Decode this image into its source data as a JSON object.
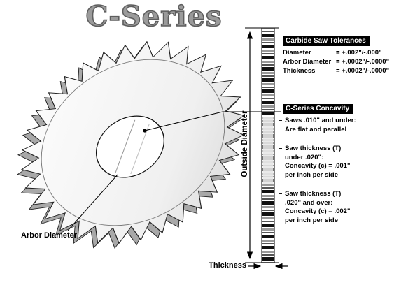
{
  "title": "C-Series",
  "diagram": {
    "arbor_label": "Arbor Diameter",
    "outside_diameter_label": "Outside Diameter",
    "thickness_label": "Thickness"
  },
  "tolerances": {
    "header": "Carbide Saw Tolerances",
    "rows": [
      {
        "label": "Diameter",
        "value": "= +.002\"/-.000\""
      },
      {
        "label": "Arbor Diameter",
        "value": "= +.0002\"/-.0000\""
      },
      {
        "label": "Thickness",
        "value": "= +.0002\"/-.0000\""
      }
    ]
  },
  "concavity": {
    "header": "C-Series Concavity",
    "bullet": "–",
    "items": [
      {
        "lines": [
          "Saws .010\" and under:",
          "Are flat and parallel"
        ]
      },
      {
        "lines": [
          "Saw thickness (T)",
          "under .020\":",
          "Concavity (c) = .001\"",
          "per inch per side"
        ]
      },
      {
        "lines": [
          "Saw thickness (T)",
          ".020\" and over:",
          "Concavity (c) = .002\"",
          "per inch per side"
        ]
      }
    ]
  }
}
